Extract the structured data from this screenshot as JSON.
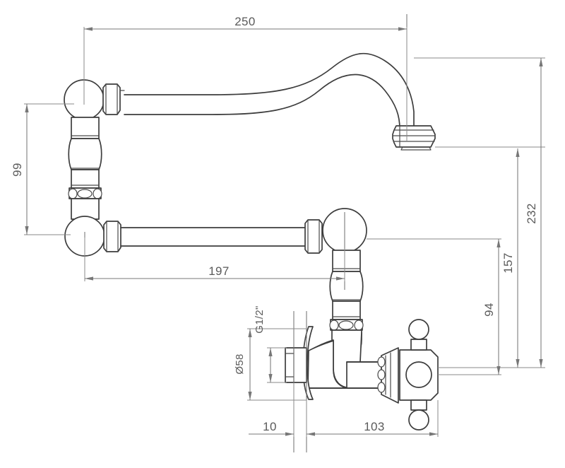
{
  "drawing": {
    "title": "Wall-mounted swivel pot filler tap - dimensioned technical drawing",
    "units": "mm",
    "line_color": "#3d3d3d",
    "dimension_color": "#777777",
    "background": "#ffffff"
  },
  "dimensions": {
    "overall_reach": {
      "label": "250",
      "value": 250,
      "orientation": "horizontal",
      "position": "top"
    },
    "riser_height": {
      "label": "99",
      "value": 99,
      "orientation": "vertical-rotated",
      "position": "left"
    },
    "lower_arm_length": {
      "label": "197",
      "value": 197,
      "orientation": "horizontal",
      "position": "middle-left"
    },
    "spout_outlet_height": {
      "label": "232",
      "value": 232,
      "orientation": "vertical-rotated",
      "position": "far-right"
    },
    "joint_height": {
      "label": "157",
      "value": 157,
      "orientation": "vertical-rotated",
      "position": "right"
    },
    "valve_centre_height": {
      "label": "94",
      "value": 94,
      "orientation": "vertical-rotated",
      "position": "right-inner"
    },
    "flange_diameter": {
      "label": "Ø58",
      "value": 58,
      "orientation": "vertical-rotated",
      "position": "bottom-left"
    },
    "inlet_thread": {
      "label": "G1/2\"",
      "value": "G1/2\"",
      "orientation": "vertical-rotated",
      "position": "bottom-left-inner"
    },
    "thread_projection": {
      "label": "10",
      "value": 10,
      "orientation": "horizontal",
      "position": "bottom"
    },
    "handle_projection": {
      "label": "103",
      "value": 103,
      "orientation": "horizontal",
      "position": "bottom"
    }
  },
  "components": {
    "spout_swan_neck": "swan-neck-spout",
    "spout_outlet": "spout-outlet-nozzle",
    "upper_swivel_ball": "upper-swivel-ball-joint",
    "upper_arm": "upper-horizontal-arm",
    "riser_column": "vertical-riser-column",
    "lower_swivel_ball": "lower-swivel-ball-joint",
    "lower_arm": "lower-horizontal-arm",
    "base_swivel_ball": "base-swivel-ball-joint",
    "stem_column": "valve-stem-column",
    "valve_body": "valve-body",
    "wall_flange": "wall-flange-escutcheon",
    "inlet_thread_nipple": "inlet-thread-nipple",
    "cross_handle": "cross-handle"
  }
}
